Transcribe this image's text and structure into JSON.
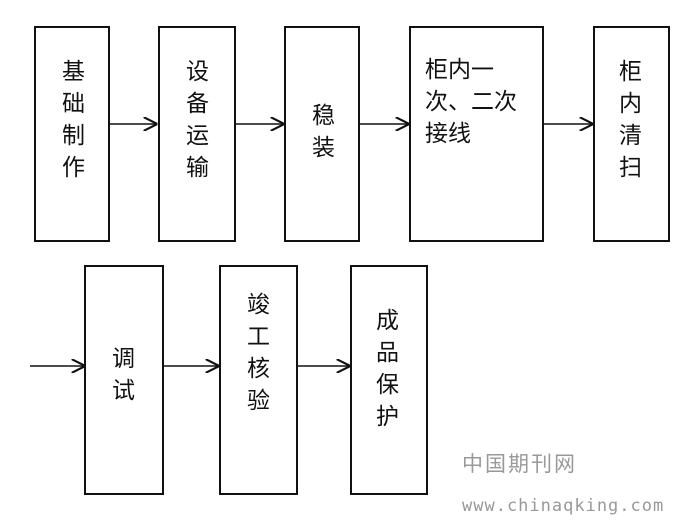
{
  "steps": [
    {
      "id": "foundation",
      "label": "基\n础\n制\n作"
    },
    {
      "id": "transport",
      "label": "设\n备\n运\n输"
    },
    {
      "id": "install",
      "label": "稳\n装"
    },
    {
      "id": "wiring",
      "label": "柜内一\n次、二次\n接线"
    },
    {
      "id": "clean",
      "label": "柜\n内\n清\n扫"
    },
    {
      "id": "debug",
      "label": "调\n试"
    },
    {
      "id": "acceptance",
      "label": "竣\n工\n核\n验"
    },
    {
      "id": "protect",
      "label": "成\n品\n保\n护"
    }
  ],
  "watermark": {
    "site_name": "中国期刊网",
    "url": "www.chinaqking.com"
  },
  "colors": {
    "line": "#111111",
    "watermark": "#999999"
  }
}
